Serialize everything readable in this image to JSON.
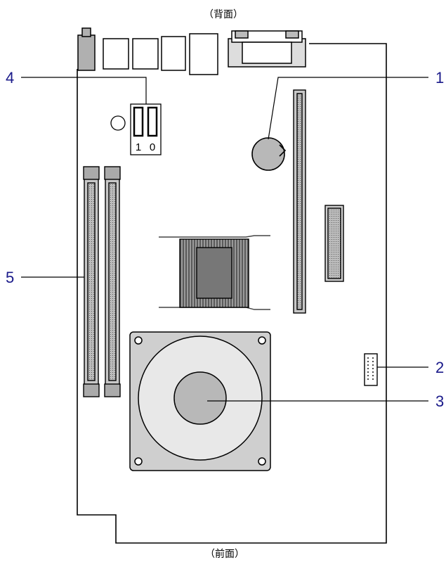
{
  "labels": {
    "rear": "（背面）",
    "front": "（前面）"
  },
  "sata_numbers": [
    "1",
    "0"
  ],
  "callouts": [
    "1",
    "2",
    "3",
    "4",
    "5"
  ],
  "colors": {
    "outline": "#000000",
    "component_fill": "#cccccc",
    "dark_fill": "#999999",
    "callout_text": "#1a1a8a"
  }
}
